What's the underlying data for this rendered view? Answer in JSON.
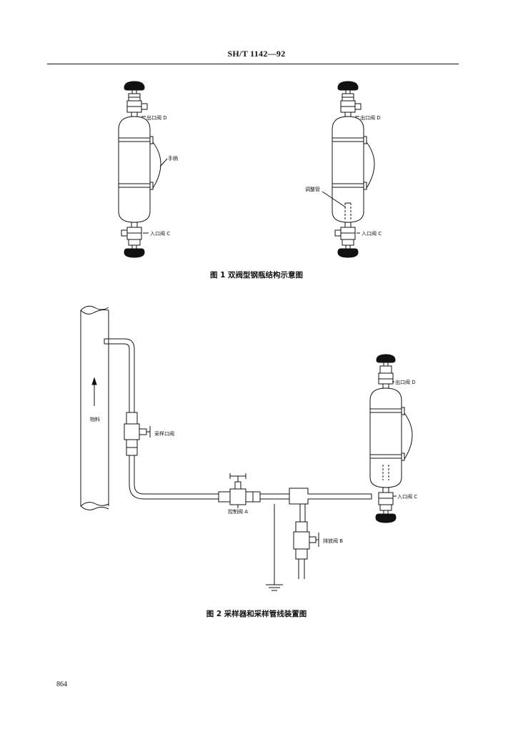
{
  "header": {
    "title": "SH/T 1142—92"
  },
  "figure1": {
    "caption": "图 1   双阀型钢瓶结构示意图",
    "left": {
      "outlet_label": "出口阀 D",
      "handle_label": "手柄",
      "inlet_label": "入口阀 C"
    },
    "right": {
      "outlet_label": "出口阀 D",
      "tube_label": "调整管",
      "inlet_label": "入口阀 C"
    }
  },
  "figure2": {
    "caption": "图 2   采样器和采样管线装置图",
    "material_label": "物料",
    "sampling_valve_label": "采样口阀",
    "control_valve_label": "控制阀 A",
    "drain_valve_label": "排放阀 B",
    "outlet_label": "出口阀 D",
    "inlet_label": "入口阀 C"
  },
  "page_number": "864"
}
